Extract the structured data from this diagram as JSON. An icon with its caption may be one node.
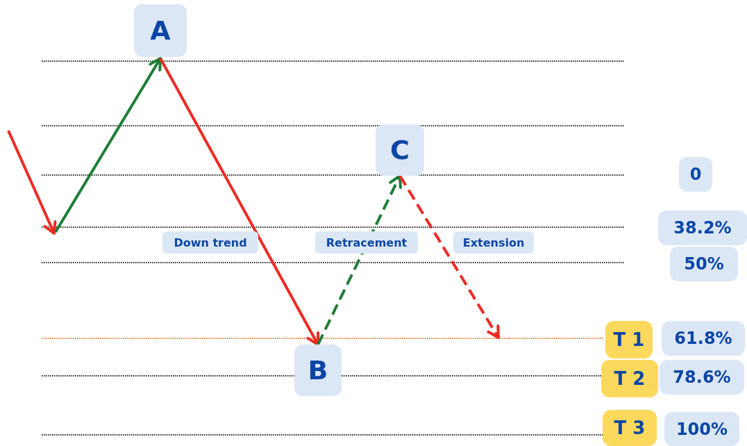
{
  "diagram": {
    "nodes": [
      {
        "text": [
          "A"
        ]
      },
      {
        "text": [
          "C"
        ]
      },
      {
        "text": [
          "B"
        ]
      },
      {
        "text": [
          "0"
        ]
      },
      {
        "text": [
          "38.2%"
        ]
      },
      {
        "text": [
          "50%"
        ]
      },
      {
        "text": [
          "T 1"
        ]
      },
      {
        "text": [
          "61.8%"
        ]
      },
      {
        "text": [
          "T 2"
        ]
      },
      {
        "text": [
          "78.6%"
        ]
      },
      {
        "text": [
          "T 3"
        ]
      },
      {
        "text": [
          "100%"
        ]
      }
    ],
    "edges": [
      {
        "from": null,
        "to": 0,
        "arrow": "to",
        "color": "#1e7d36"
      },
      {
        "from": 0,
        "to": 2,
        "arrow": "to",
        "label": "Down trend",
        "color": "#ee2a24"
      },
      {
        "from": 2,
        "to": 1,
        "arrow": "to",
        "label": "Retracement",
        "style": "dashed",
        "color": "#1e7d36"
      },
      {
        "from": 1,
        "to": null,
        "arrow": "to",
        "label": "Extension",
        "style": "dashed",
        "color": "#ee2a24"
      }
    ]
  }
}
